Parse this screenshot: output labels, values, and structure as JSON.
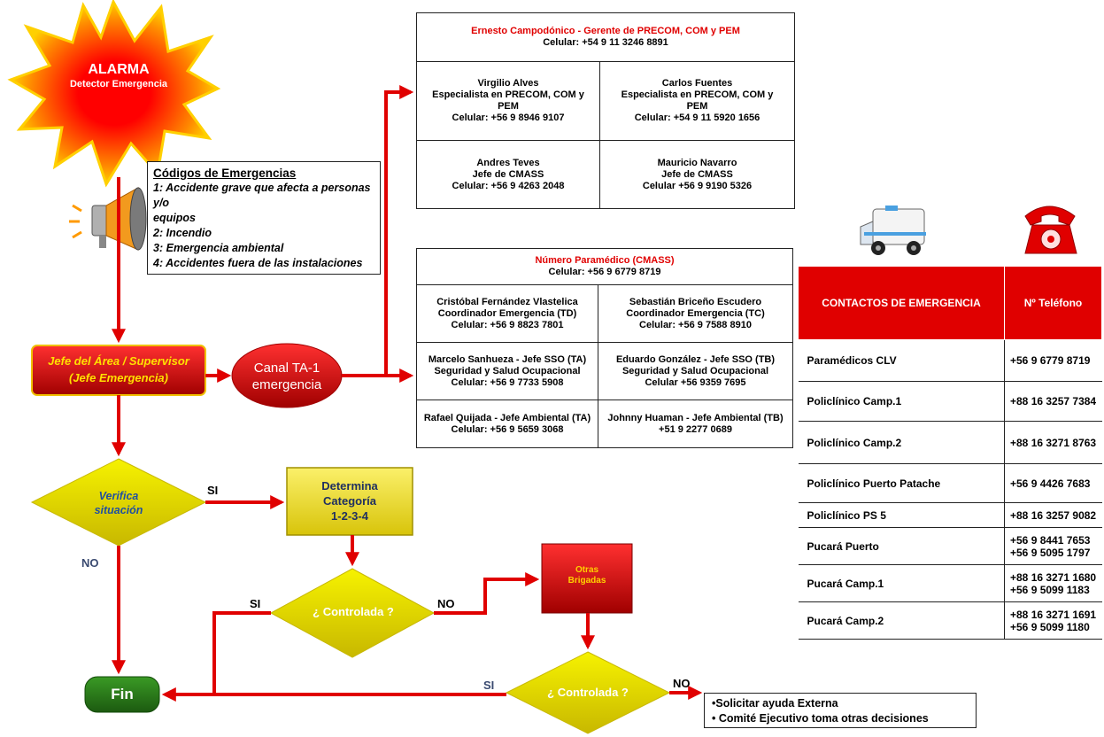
{
  "alarm": {
    "title": "ALARMA",
    "subtitle": "Detector Emergencia"
  },
  "codes": {
    "title": "Códigos de Emergencias",
    "items": [
      {
        "num": "1:",
        "text": "Accidente grave que afecta a personas y/o"
      },
      {
        "num": "",
        "text": "equipos"
      },
      {
        "num": "2:",
        "text": "Incendio"
      },
      {
        "num": "3:",
        "text": "Emergencia ambiental"
      },
      {
        "num": "4:",
        "text": "Accidentes fuera de las instalaciones"
      }
    ]
  },
  "supervisor": {
    "line1": "Jefe del Área / Supervisor",
    "line2": "(Jefe Emergencia)"
  },
  "channel": {
    "line1": "Canal TA-1",
    "line2": "emergencia"
  },
  "management": {
    "header": {
      "line1": "Ernesto Campodónico - Gerente de PRECOM, COM y PEM",
      "line2": "Celular:  +54 9 11 3246 8891"
    },
    "cells": [
      [
        "Virgilio Alves",
        "Especialista en PRECOM, COM y",
        "PEM",
        "Celular:  +56 9 8946 9107"
      ],
      [
        "Carlos Fuentes",
        "Especialista en PRECOM, COM y",
        "PEM",
        "Celular:  +54 9 11 5920 1656"
      ],
      [
        "Andres Teves",
        "Jefe de CMASS",
        "Celular: +56 9 4263 2048"
      ],
      [
        "Mauricio Navarro",
        "Jefe de CMASS",
        "Celular +56 9 9190 5326"
      ]
    ]
  },
  "paramedic": {
    "header": {
      "line1": "Número Paramédico (CMASS)",
      "line2": "Celular:  +56 9 6779 8719"
    },
    "cells": [
      [
        "Cristóbal Fernández Vlastelica",
        "Coordinador Emergencia (TD)",
        "Celular:  +56 9 8823 7801"
      ],
      [
        "Sebastián Briceño Escudero",
        "Coordinador Emergencia (TC)",
        "Celular:  +56 9 7588 8910"
      ],
      [
        "Marcelo Sanhueza  -  Jefe SSO (TA)",
        "Seguridad y Salud Ocupacional",
        "Celular: +56 9 7733 5908"
      ],
      [
        "Eduardo González -  Jefe SSO (TB)",
        "Seguridad y Salud Ocupacional",
        "Celular +56 9359 7695"
      ],
      [
        "Rafael Quijada - Jefe Ambiental (TA)",
        "Celular: +56 9 5659 3068"
      ],
      [
        "Johnny Huaman - Jefe Ambiental (TB)",
        "+51 9 2277 0689"
      ]
    ]
  },
  "flow": {
    "verify": {
      "line1": "Verifica",
      "line2": "situación"
    },
    "determine": {
      "line1": "Determina",
      "line2": "Categoría",
      "line3": "1-2-3-4"
    },
    "controlled1": "¿ Controlada ?",
    "controlled2": "¿ Controlada ?",
    "brigades": {
      "line1": "Otras",
      "line2": "Brigadas"
    },
    "end": "Fin",
    "labels": {
      "si1": "SI",
      "no1": "NO",
      "si2": "SI",
      "no2": "NO",
      "si3": "SI",
      "no3": "NO"
    }
  },
  "result": {
    "line1": "•Solicitar ayuda Externa",
    "line2": "• Comité Ejecutivo toma otras decisiones"
  },
  "emergency_table": {
    "headers": [
      "CONTACTOS DE EMERGENCIA",
      "Nº Teléfono"
    ],
    "rows": [
      {
        "name": "Paramédicos CLV",
        "phones": [
          "+56 9 6779 8719"
        ]
      },
      {
        "name": "Policlínico Camp.1",
        "phones": [
          "+88 16 3257 7384"
        ]
      },
      {
        "name": "Policlínico Camp.2",
        "phones": [
          "+88 16 3271 8763"
        ]
      },
      {
        "name": "Policlínico Puerto Patache",
        "phones": [
          "+56 9 4426 7683"
        ]
      },
      {
        "name": "Policlínico PS 5",
        "phones": [
          "+88 16 3257 9082"
        ]
      },
      {
        "name": "Pucará Puerto",
        "phones": [
          "+56 9 8441 7653",
          "+56 9 5095 1797"
        ]
      },
      {
        "name": "Pucará Camp.1",
        "phones": [
          "+88 16 3271 1680",
          "+56 9 5099 1183"
        ]
      },
      {
        "name": "Pucará Camp.2",
        "phones": [
          "+88 16 3271 1691",
          "+56 9 5099 1180"
        ]
      }
    ]
  },
  "colors": {
    "arrow": "#e00000",
    "alarm_red": "#e00000",
    "diamond": "#e8e800",
    "end": "#2f7d1e",
    "determine": "#f0e020"
  },
  "icons": [
    "megaphone-icon",
    "ambulance-icon",
    "telephone-icon"
  ]
}
